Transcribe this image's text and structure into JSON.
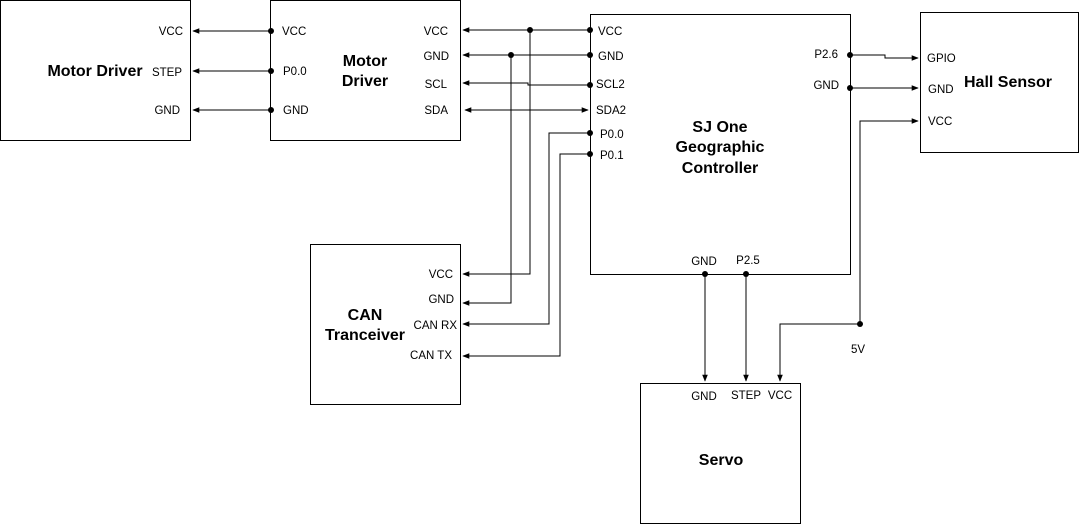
{
  "blocks": {
    "motor_driver_left": {
      "title": "Motor Driver",
      "pins": {
        "vcc": "VCC",
        "step": "STEP",
        "gnd": "GND"
      }
    },
    "motor_driver_mid": {
      "title_line1": "Motor",
      "title_line2": "Driver",
      "left_pins": {
        "vcc": "VCC",
        "p00": "P0.0",
        "gnd": "GND"
      },
      "right_pins": {
        "vcc": "VCC",
        "gnd": "GND",
        "scl": "SCL",
        "sda": "SDA"
      }
    },
    "sj_one": {
      "title_line1": "SJ One",
      "title_line2": "Geographic",
      "title_line3": "Controller",
      "left_pins": {
        "vcc": "VCC",
        "gnd": "GND",
        "scl2": "SCL2",
        "sda2": "SDA2",
        "p00": "P0.0",
        "p01": "P0.1"
      },
      "right_pins": {
        "p26": "P2.6",
        "gnd": "GND"
      },
      "bottom_pins": {
        "gnd": "GND",
        "p25": "P2.5"
      }
    },
    "hall_sensor": {
      "title": "Hall Sensor",
      "pins": {
        "gpio": "GPIO",
        "gnd": "GND",
        "vcc": "VCC"
      }
    },
    "can_transceiver": {
      "title_line1": "CAN",
      "title_line2": "Tranceiver",
      "pins": {
        "vcc": "VCC",
        "gnd": "GND",
        "can_rx": "CAN RX",
        "can_tx": "CAN TX"
      }
    },
    "servo": {
      "title": "Servo",
      "pins": {
        "gnd": "GND",
        "step": "STEP",
        "vcc": "VCC"
      }
    }
  },
  "labels": {
    "five_v": "5V"
  },
  "colors": {
    "stroke": "#000000",
    "background": "#ffffff"
  }
}
